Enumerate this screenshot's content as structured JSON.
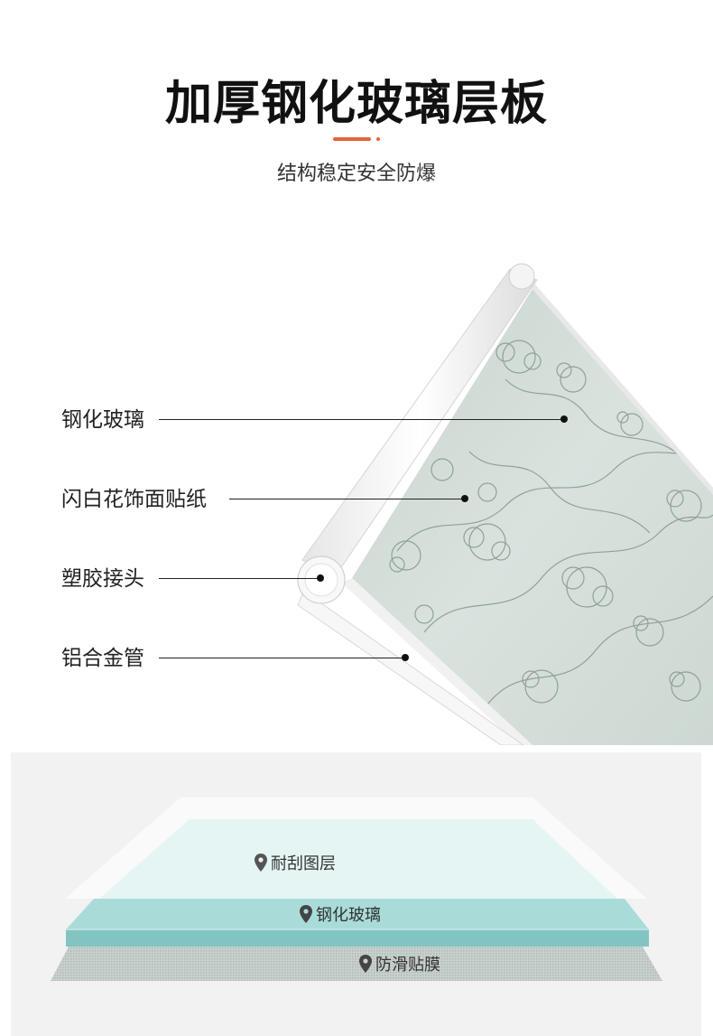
{
  "header": {
    "title": "加厚钢化玻璃层板",
    "subtitle": "结构稳定安全防爆"
  },
  "callouts": [
    {
      "label": "钢化玻璃"
    },
    {
      "label": "闪白花饰面贴纸"
    },
    {
      "label": "塑胶接头"
    },
    {
      "label": "铝合金管"
    }
  ],
  "layers": [
    {
      "label": "耐刮图层",
      "icon": "location-pin-icon"
    },
    {
      "label": "钢化玻璃",
      "icon": "location-pin-icon"
    },
    {
      "label": "防滑贴膜",
      "icon": "location-pin-icon"
    }
  ],
  "colors": {
    "accent": "#e2643a",
    "glass_teal": "#8fcfcc",
    "scratch_layer": "#e4f5f3",
    "panel_bg": "#f2f2f2"
  }
}
